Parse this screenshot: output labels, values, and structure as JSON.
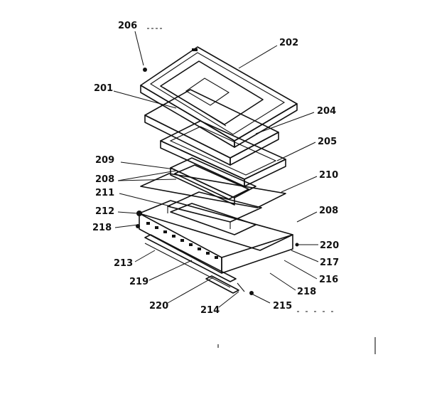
{
  "callouts": [
    {
      "id": "c206a",
      "text": "206"
    },
    {
      "id": "c202",
      "text": "202"
    },
    {
      "id": "c201",
      "text": "201"
    },
    {
      "id": "c204",
      "text": "204"
    },
    {
      "id": "c205",
      "text": "205"
    },
    {
      "id": "c209",
      "text": "209"
    },
    {
      "id": "c208a",
      "text": "208"
    },
    {
      "id": "c210",
      "text": "210"
    },
    {
      "id": "c211",
      "text": "211"
    },
    {
      "id": "c208b",
      "text": "208"
    },
    {
      "id": "c212",
      "text": "212"
    },
    {
      "id": "c218a",
      "text": "218"
    },
    {
      "id": "c220a",
      "text": "220"
    },
    {
      "id": "c217",
      "text": "217"
    },
    {
      "id": "c213",
      "text": "213"
    },
    {
      "id": "c216",
      "text": "216"
    },
    {
      "id": "c219",
      "text": "219"
    },
    {
      "id": "c218b",
      "text": "218"
    },
    {
      "id": "c220b",
      "text": "220"
    },
    {
      "id": "c214",
      "text": "214"
    },
    {
      "id": "c215",
      "text": "215"
    }
  ]
}
